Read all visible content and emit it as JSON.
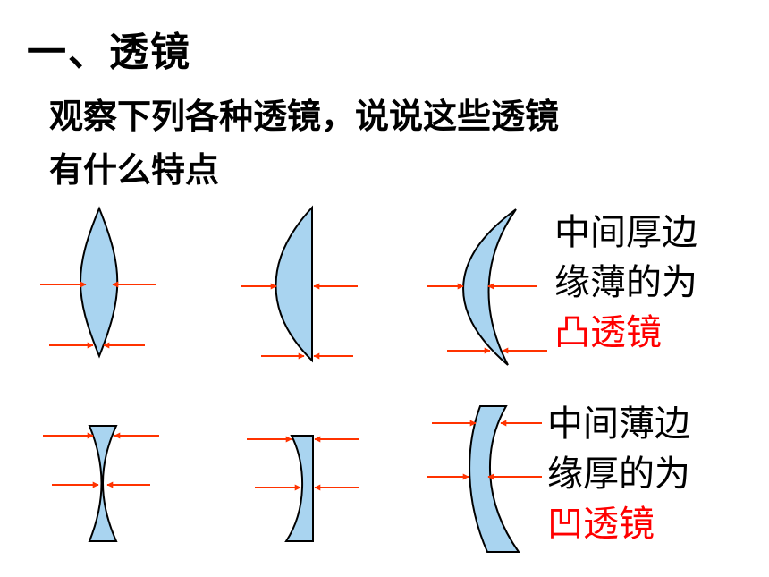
{
  "heading": "一、透镜",
  "intro": {
    "line1": "观察下列各种透镜，说说这些透镜",
    "line2": "有什么特点"
  },
  "convex": {
    "line1": "中间厚边",
    "line2": "缘薄的为",
    "name": "凸透镜"
  },
  "concave": {
    "line1": "中间薄边",
    "line2": "缘厚的为",
    "name": "凹透镜"
  },
  "colors": {
    "lens_fill": "#a9d4f0",
    "lens_stroke": "#000000",
    "arrow": "#ff3300",
    "highlight": "#ff0000"
  }
}
